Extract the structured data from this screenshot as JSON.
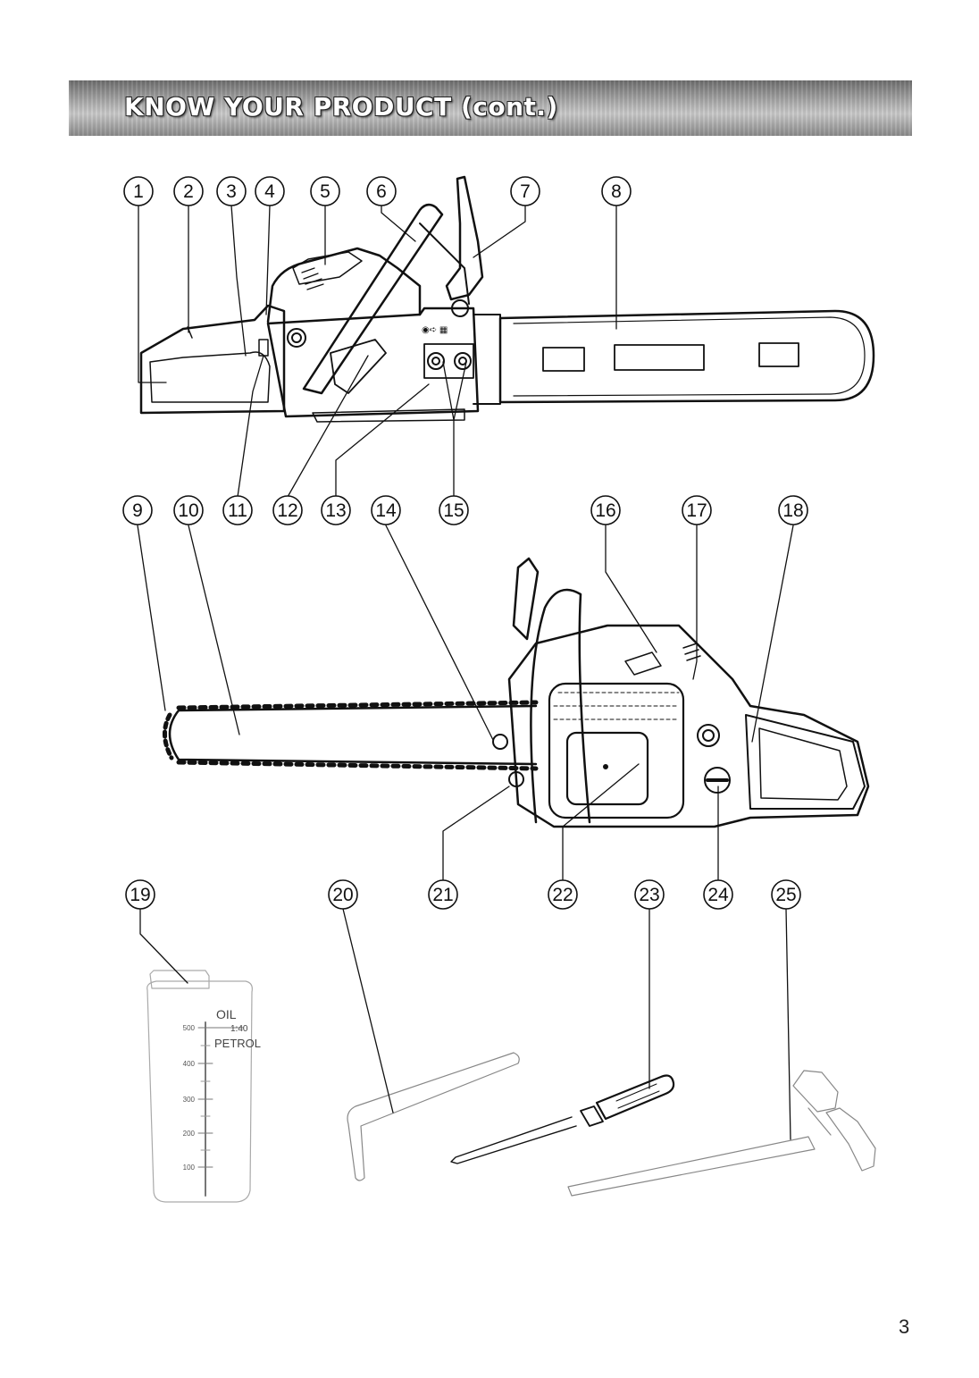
{
  "header": {
    "title": "KNOW YOUR PRODUCT (cont.)"
  },
  "callouts": [
    "1",
    "2",
    "3",
    "4",
    "5",
    "6",
    "7",
    "8",
    "9",
    "10",
    "11",
    "12",
    "13",
    "14",
    "15",
    "16",
    "17",
    "18",
    "19",
    "20",
    "21",
    "22",
    "23",
    "24",
    "25"
  ],
  "bottle_labels": {
    "oil": "OIL",
    "ratio": "1:40",
    "petrol": "PETROL",
    "scale": [
      "500",
      "400",
      "300",
      "200",
      "100"
    ]
  },
  "page_number": "3"
}
